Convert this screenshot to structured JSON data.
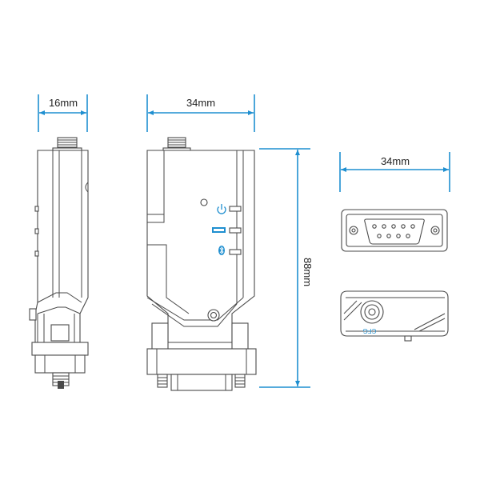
{
  "dimensions": {
    "side_width": "16mm",
    "front_width": "34mm",
    "front_height": "88mm",
    "top_width": "34mm"
  },
  "labels": {
    "cfg": "CFG"
  },
  "colors": {
    "dimension_line": "#1f8fd0",
    "outline": "#4a4a4a",
    "indicator": "#1f8fd0"
  },
  "icons": [
    "power-icon",
    "rx-tx-icon",
    "bluetooth-icon"
  ]
}
